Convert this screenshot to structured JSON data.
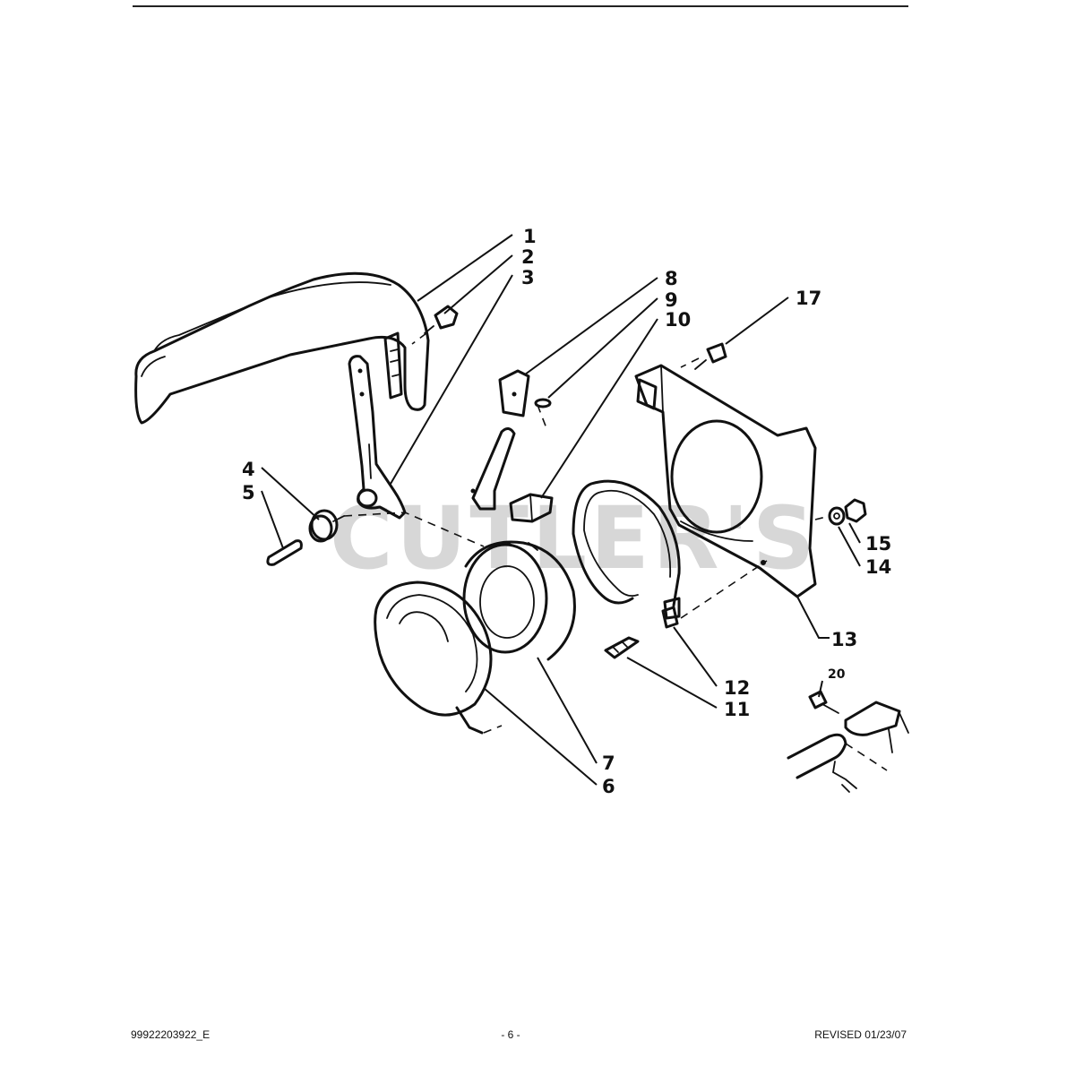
{
  "watermark": "CUTLER'S",
  "callouts": {
    "c1": "1",
    "c2": "2",
    "c3": "3",
    "c4": "4",
    "c5": "5",
    "c6": "6",
    "c7": "7",
    "c8": "8",
    "c9": "9",
    "c10": "10",
    "c11": "11",
    "c12": "12",
    "c13": "13",
    "c14": "14",
    "c15": "15",
    "c17": "17",
    "c20": "20"
  },
  "footer": {
    "doc_number": "99922203922_E",
    "page": "- 6 -",
    "revised": "REVISED 01/23/07"
  }
}
